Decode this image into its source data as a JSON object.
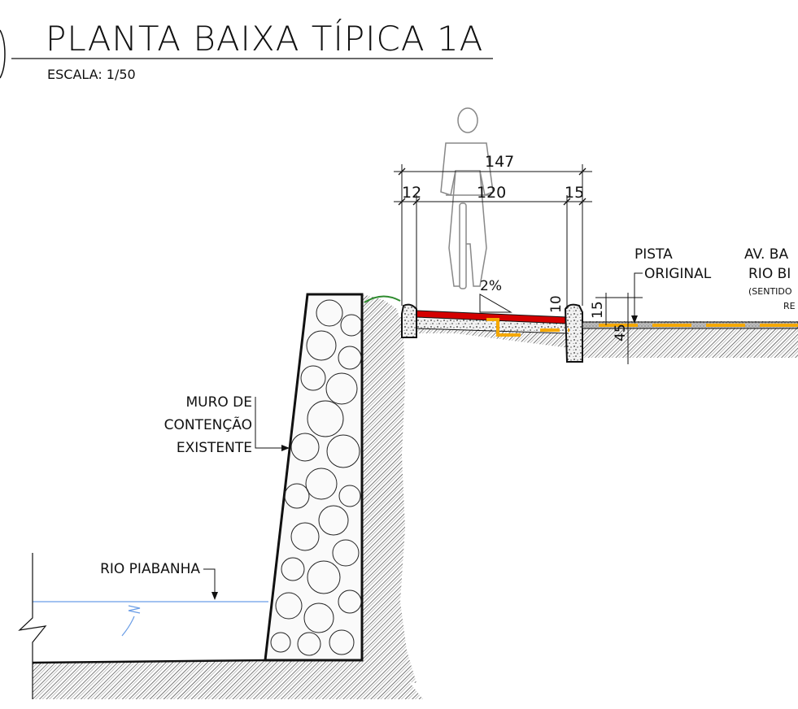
{
  "title": "PLANTA BAIXA TÍPICA 1A",
  "scale": "ESCALA: 1/50",
  "dimensions": {
    "total": "147",
    "left_edge": "12",
    "lane": "120",
    "right_edge": "15",
    "curb_height": "15",
    "base_depth": "45",
    "radius": "10"
  },
  "slope": "2%",
  "labels": {
    "pista_line1": "PISTA",
    "pista_line2": "ORIGINAL",
    "av_line1": "AV. BA",
    "av_line2": "RIO BI",
    "av_line3": "(SENTIDO",
    "av_line4": "RE",
    "muro_line1": "MURO DE",
    "muro_line2": "CONTENÇÃO",
    "muro_line3": "EXISTENTE",
    "rio": "RIO PIABANHA"
  },
  "colors": {
    "bike_lane": "#d40000",
    "drain_marking": "#f5a800",
    "water": "#6a9de6",
    "grass": "#2e8b2e",
    "line": "#111111"
  }
}
